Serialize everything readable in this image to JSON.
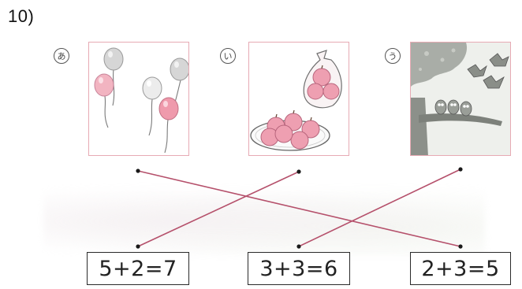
{
  "problem": {
    "number": "10)"
  },
  "panels": [
    {
      "marker": "あ",
      "picture": "balloons"
    },
    {
      "marker": "い",
      "picture": "apples"
    },
    {
      "marker": "う",
      "picture": "birds-in-tree"
    }
  ],
  "equations": [
    "5+2=7",
    "3+3=6",
    "2+3=5"
  ],
  "matches": [
    {
      "panel": 0,
      "equation": 2
    },
    {
      "panel": 1,
      "equation": 0
    },
    {
      "panel": 2,
      "equation": 1
    }
  ],
  "colors": {
    "line": "#b5506b",
    "panel_border": "#e7aab4",
    "dot": "#1a1a1a"
  }
}
